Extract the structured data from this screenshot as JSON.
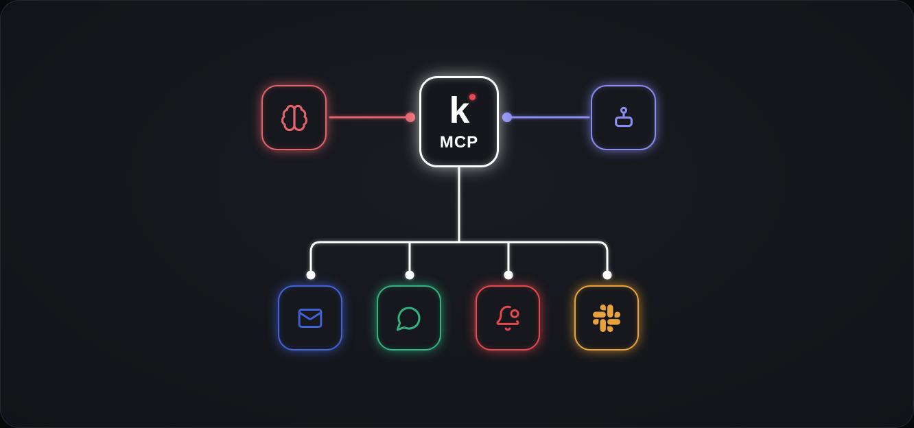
{
  "diagram": {
    "background_color": "#16181d",
    "center": {
      "logo_letter": "k",
      "logo_dot_color": "#e5484d",
      "label": "MCP",
      "color": "#ffffff"
    },
    "left_node": {
      "name": "ai-brain",
      "icon": "brain-icon",
      "color": "#e2636c"
    },
    "right_node": {
      "name": "game-controller",
      "icon": "controller-icon",
      "color": "#8b8cf0"
    },
    "bottom_nodes": [
      {
        "name": "email",
        "icon": "mail-icon",
        "color": "#4263d7"
      },
      {
        "name": "chat",
        "icon": "message-bubble-icon",
        "color": "#30b37e"
      },
      {
        "name": "notification",
        "icon": "bell-dot-icon",
        "color": "#e5484d"
      },
      {
        "name": "slack",
        "icon": "slack-icon",
        "color": "#e9a23b"
      }
    ],
    "connectors": {
      "left_line_color": "#e2636c",
      "right_line_color": "#8b8cf0",
      "tree_color": "#ffffff"
    }
  }
}
